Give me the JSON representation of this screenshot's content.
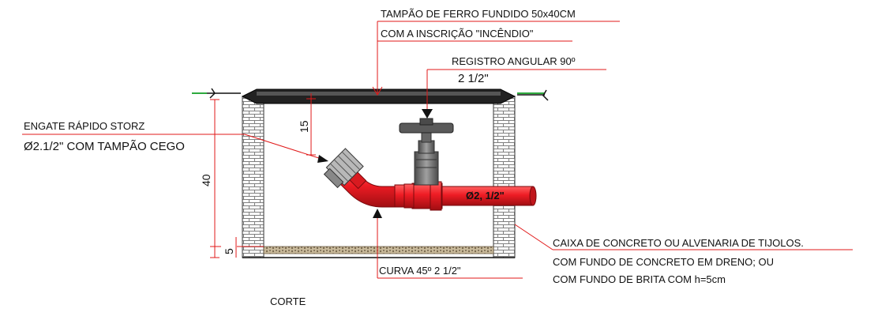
{
  "labels": {
    "tampao_line1": "TAMPÃO DE FERRO FUNDIDO 50x40CM",
    "tampao_line2": "COM A INSCRIÇÃO \"INCÊNDIO\"",
    "registro": "REGISTRO ANGULAR 90º",
    "registro_size": "2 1/2\"",
    "engate_line1": "ENGATE RÁPIDO STORZ",
    "engate_line2": "Ø2.1/2\" COM TAMPÃO CEGO",
    "pipe_diameter": "Ø2, 1/2\"",
    "caixa_line1": "CAIXA DE CONCRETO OU ALVENARIA DE TIJOLOS.",
    "caixa_line2": "COM FUNDO DE CONCRETO EM DRENO; OU",
    "caixa_line3": "COM FUNDO DE BRITA COM h=5cm",
    "curva": "CURVA 45º  2 1/2\"",
    "section": "CORTE"
  },
  "dimensions": {
    "total_depth": "40",
    "cover_to_valve": "15",
    "gravel": "5"
  },
  "colors": {
    "pipe": "#ee1c24",
    "pipe_dark": "#9e0b0f",
    "leader": "#e01818",
    "brick": "#8c8c8c",
    "ground": "#2eaa3e",
    "valve": "#707070",
    "text": "#111111"
  }
}
